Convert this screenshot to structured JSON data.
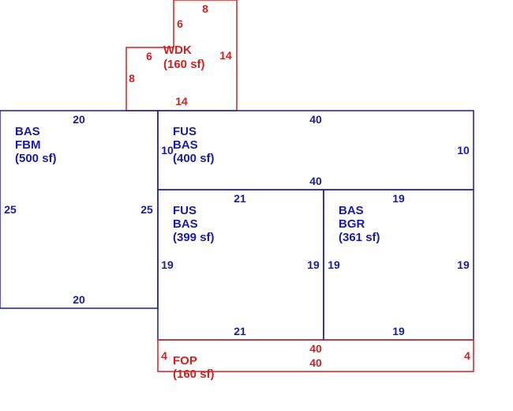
{
  "colors": {
    "blue": "#1a1aa8",
    "red": "#d42020"
  },
  "areas": {
    "wdk": {
      "line1": "WDK",
      "line2": "(160 sf)"
    },
    "bas_fbm": {
      "line1": "BAS",
      "line2": "FBM",
      "line3": "(500 sf)"
    },
    "fus_bas_top": {
      "line1": "FUS",
      "line2": "BAS",
      "line3": "(400 sf)"
    },
    "fus_bas_mid": {
      "line1": "FUS",
      "line2": "BAS",
      "line3": "(399 sf)"
    },
    "bas_bgr": {
      "line1": "BAS",
      "line2": "BGR",
      "line3": "(361 sf)"
    },
    "fop": {
      "line1": "FOP",
      "line2": "(160 sf)"
    }
  },
  "dims": {
    "wdk_top": "8",
    "wdk_inner_v": "6",
    "wdk_inner_h": "6",
    "wdk_right": "14",
    "wdk_left": "8",
    "wdk_bottom": "14",
    "fbm_top": "20",
    "fbm_left": "25",
    "fbm_right": "25",
    "fbm_bottom": "20",
    "top_top": "40",
    "top_left": "10",
    "top_right": "10",
    "top_bottom": "40",
    "mid_top": "21",
    "mid_left": "19",
    "mid_right": "19",
    "mid_bottom": "21",
    "bgr_top": "19",
    "bgr_left": "19",
    "bgr_right": "19",
    "bgr_bottom": "19",
    "fop_top": "40",
    "fop_bottom": "40",
    "fop_left": "4",
    "fop_right": "4"
  }
}
